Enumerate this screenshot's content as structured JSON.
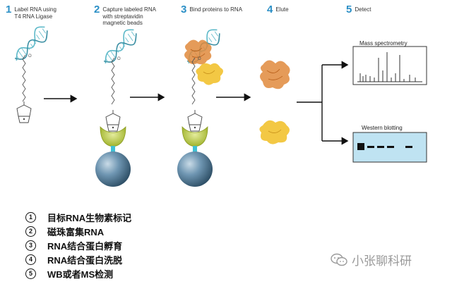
{
  "steps": [
    {
      "num": "1",
      "text": "Label RNA using\nT4 RNA Ligase"
    },
    {
      "num": "2",
      "text": "Capture labeled RNA\nwith streptavidin\nmagnetic beads"
    },
    {
      "num": "3",
      "text": "Bind proteins to RNA"
    },
    {
      "num": "4",
      "text": "Elute"
    },
    {
      "num": "5",
      "text": "Detect"
    }
  ],
  "detect": {
    "mass_spec_label": "Mass spectrometry",
    "western_label": "Western blotting"
  },
  "legend": [
    {
      "marker": "1",
      "text": "目标RNA生物素标记"
    },
    {
      "marker": "2",
      "text": "磁珠富集RNA"
    },
    {
      "marker": "3",
      "text": "RNA结合蛋白孵育"
    },
    {
      "marker": "4",
      "text": "RNA结合蛋白洗脱"
    },
    {
      "marker": "5",
      "text": "WB或者MS检测"
    }
  ],
  "watermark": "小张聊科研",
  "colors": {
    "step_number": "#2b8fc6",
    "rna_helix": "#5bb8c8",
    "streptavidin": "#b7c83c",
    "bead": "#4f7f9e",
    "protein_orange": "#e08a3c",
    "protein_yellow": "#f2c230",
    "western_bg": "#bfe3f2"
  },
  "icons": [
    "rna-helix-icon",
    "biotin-linker-icon",
    "streptavidin-cup-icon",
    "magnetic-bead-icon",
    "protein-icon",
    "arrow-icon",
    "wechat-icon"
  ]
}
